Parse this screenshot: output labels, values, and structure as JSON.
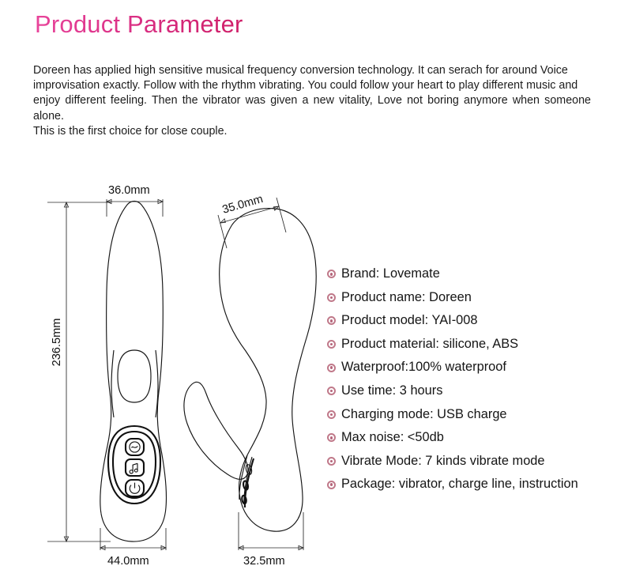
{
  "page": {
    "title": "Product Parameter",
    "title_gradient_from": "#e8449a",
    "title_gradient_to": "#cf1f68",
    "background": "#ffffff",
    "text_color": "#1a1a1a"
  },
  "intro": {
    "line1": "Doreen has applied high sensitive musical frequency conversion technology.  It  can  serach  for  around  Voice",
    "line2": "improvisation exactly. Follow with the rhythm vibrating. You could follow your heart to  play different  music  and",
    "line3": "enjoy different feeling. Then the vibrator was given a new vitality, Love not boring anymore when someone alone.",
    "line4": "This is the first choice for close couple."
  },
  "drawing": {
    "caption_front_width": "36.0mm",
    "caption_front_base": "44.0mm",
    "caption_height": "236.5mm",
    "caption_side_width": "35.0mm",
    "caption_side_base": "32.5mm",
    "buttons": [
      {
        "name": "vibration-mode-button",
        "glyph": "wave-in-circle"
      },
      {
        "name": "music-mode-button",
        "glyph": "music-note"
      },
      {
        "name": "power-button",
        "glyph": "power-symbol"
      }
    ],
    "line_color": "#151515"
  },
  "specs": {
    "bullet_color": "#b5677c",
    "items": [
      {
        "label": "Brand: Lovemate"
      },
      {
        "label": "Product name: Doreen"
      },
      {
        "label": "Product model: YAI-008"
      },
      {
        "label": "Product material: silicone, ABS"
      },
      {
        "label": "Waterproof:100%  waterproof"
      },
      {
        "label": "Use time: 3 hours"
      },
      {
        "label": "Charging mode: USB charge"
      },
      {
        "label": " Max noise: <50db"
      },
      {
        "label": "Vibrate Mode: 7 kinds vibrate mode"
      },
      {
        "label": "Package: vibrator, charge line, instruction"
      }
    ]
  }
}
